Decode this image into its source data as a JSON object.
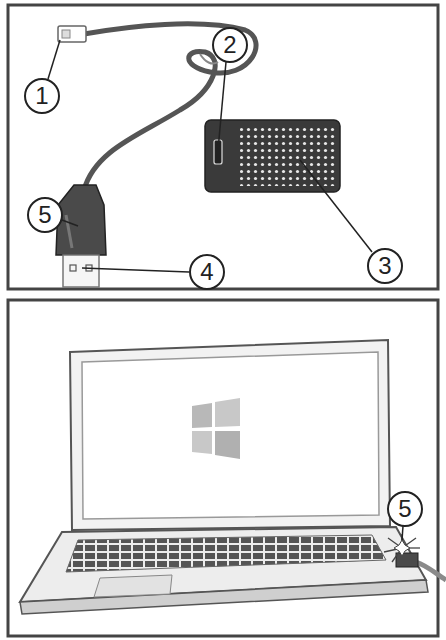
{
  "diagram": {
    "labels": [
      "1",
      "2",
      "3",
      "4",
      "5",
      "5"
    ]
  }
}
